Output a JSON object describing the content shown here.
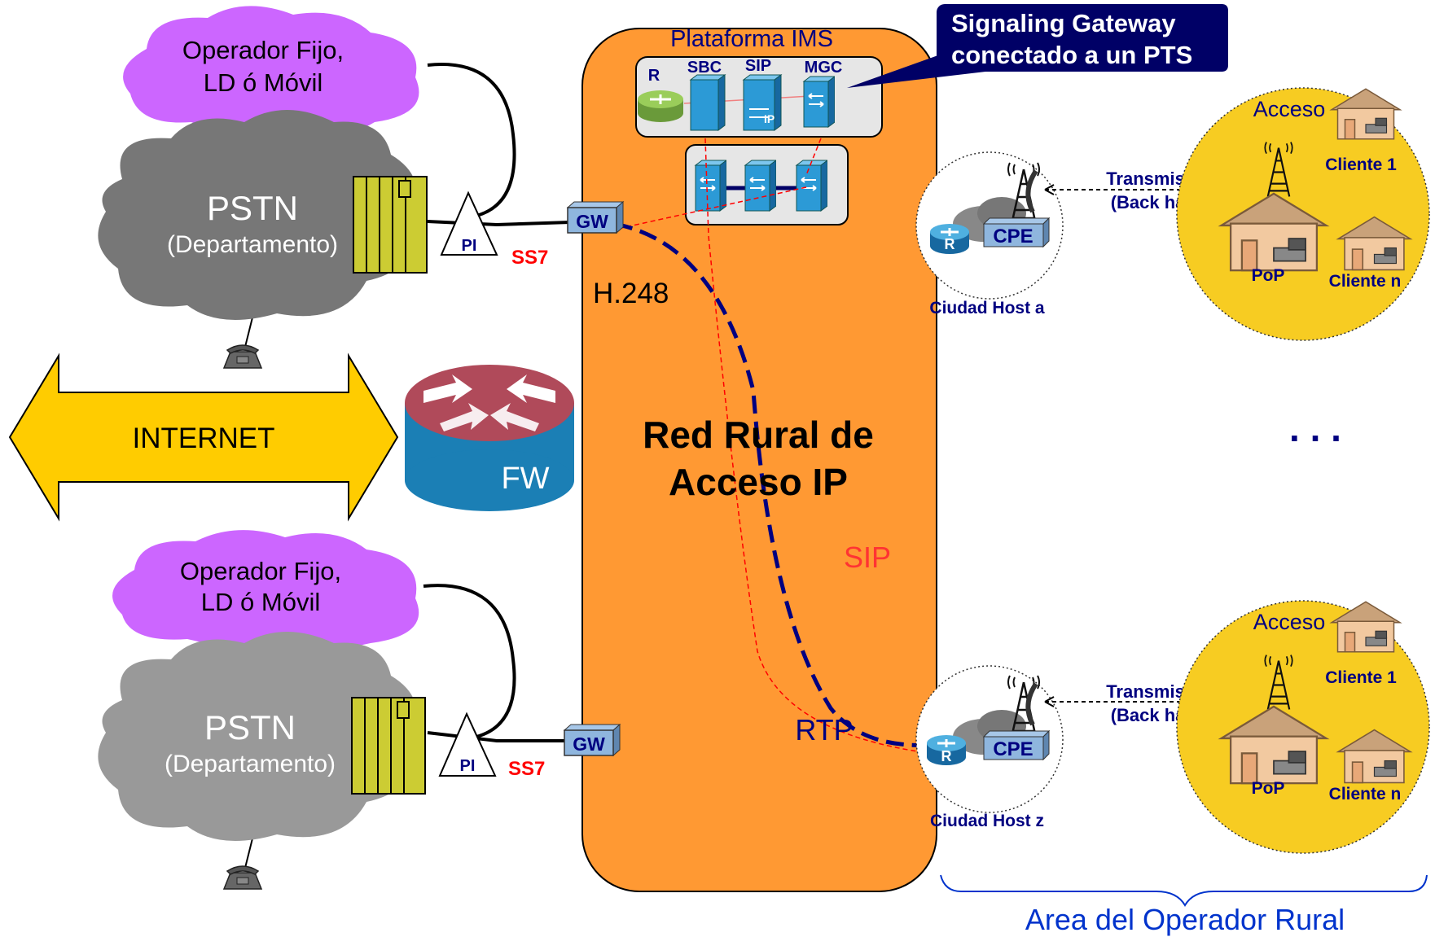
{
  "colors": {
    "cloud_purple": "#CC66FF",
    "cloud_gray_top": "#777777",
    "cloud_gray_bottom": "#999999",
    "platform_orange": "#FF9933",
    "internet_yellow": "#FFCC00",
    "access_yellow": "#F7CC22",
    "callout_navy": "#000066",
    "device_blue": "#1F8FC8",
    "text_navy": "#000080",
    "signal_red": "#FF0000",
    "rural_blue": "#0033CC"
  },
  "operators": {
    "top": {
      "line1": "Operador Fijo,",
      "line2": "LD ó Móvil"
    },
    "bottom": {
      "line1": "Operador Fijo,",
      "line2": "LD ó Móvil"
    }
  },
  "pstn": {
    "top": {
      "title": "PSTN",
      "subtitle": "(Departamento)",
      "pi": "PI",
      "ss7": "SS7"
    },
    "bottom": {
      "title": "PSTN",
      "subtitle": "(Departamento)",
      "pi": "PI",
      "ss7": "SS7"
    }
  },
  "internet": {
    "label": "INTERNET"
  },
  "firewall": {
    "label": "FW"
  },
  "platform": {
    "ims_title": "Plataforma IMS",
    "components": {
      "router": "R",
      "sbc": "SBC",
      "sip": "SIP",
      "mgc": "MGC",
      "sip_icon_text": "IP"
    },
    "main_line1": "Red Rural de",
    "main_line2": "Acceso IP",
    "gw_top": "GW",
    "gw_bottom": "GW",
    "h248": "H.248",
    "sip_label": "SIP",
    "rtp_label": "RTP"
  },
  "callout": {
    "line1": "Signaling Gateway",
    "line2": "conectado a un PTS"
  },
  "hosts": {
    "a": {
      "cpe": "CPE",
      "router": "R",
      "label": "Ciudad Host a"
    },
    "z": {
      "cpe": "CPE",
      "router": "R",
      "label": "Ciudad Host z"
    }
  },
  "transmission": {
    "top": {
      "line1": "Transmisión",
      "line2": "(Back haul)"
    },
    "bottom": {
      "line1": "Transmisión",
      "line2": "(Back haul)"
    }
  },
  "access": {
    "top": {
      "title": "Acceso",
      "client1": "Cliente 1",
      "pop": "PoP",
      "clientn": "Cliente n"
    },
    "bottom": {
      "title": "Acceso",
      "client1": "Cliente 1",
      "pop": "PoP",
      "clientn": "Cliente n"
    }
  },
  "ellipsis": ". . .",
  "rural_area": {
    "label": "Area del Operador Rural"
  }
}
